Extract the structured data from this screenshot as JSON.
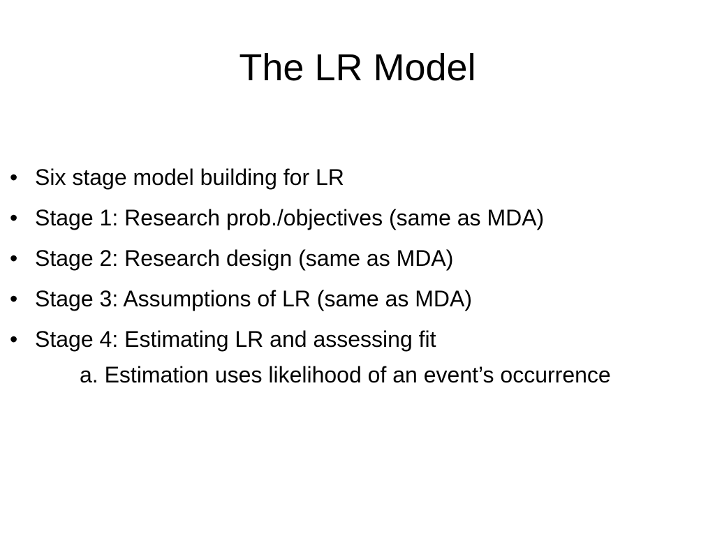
{
  "slide": {
    "title": "The LR Model",
    "bullet_symbol": "•",
    "bullets": [
      {
        "text": "Six stage model building for LR"
      },
      {
        "text": "Stage 1: Research prob./objectives (same as MDA)"
      },
      {
        "text": "Stage 2: Research design (same as MDA)"
      },
      {
        "text": "Stage 3: Assumptions of LR (same as MDA)"
      },
      {
        "text": "Stage 4: Estimating LR and assessing fit"
      }
    ],
    "sub_items": [
      {
        "text": "a. Estimation uses likelihood of an event’s occurrence"
      }
    ]
  }
}
